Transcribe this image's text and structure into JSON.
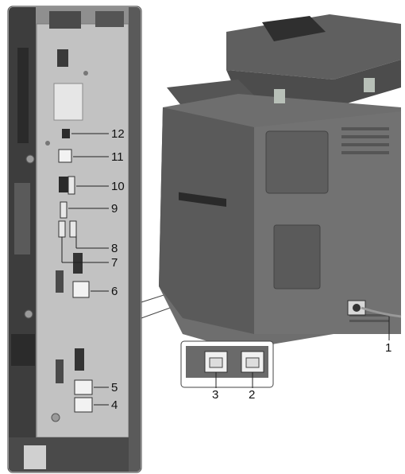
{
  "callouts": {
    "c1": "1",
    "c2": "2",
    "c3": "3",
    "c4": "4",
    "c5": "5",
    "c6": "6",
    "c7": "7",
    "c8": "8",
    "c9": "9",
    "c10": "10",
    "c11": "11",
    "c12": "12"
  },
  "colors": {
    "printer_body": "#6b6b6b",
    "printer_dark": "#4a4a4a",
    "panel_metal": "#b9b9b9",
    "panel_dark": "#3b3b3b"
  }
}
